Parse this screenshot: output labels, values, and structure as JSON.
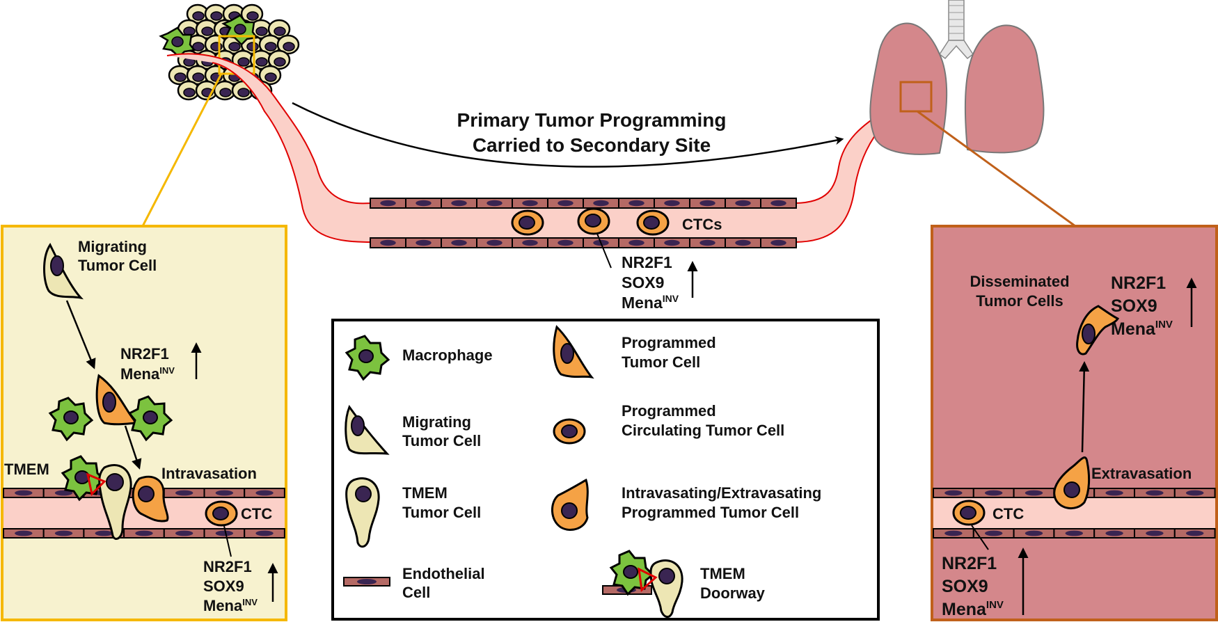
{
  "center": {
    "title_line1": "Primary Tumor Programming",
    "title_line2": "Carried to Secondary Site",
    "ctcs_label": "CTCs",
    "markers": [
      "NR2F1",
      "SOX9",
      "Mena"
    ],
    "inv_superscript": "INV"
  },
  "left_panel": {
    "migrating_line1": "Migrating",
    "migrating_line2": "Tumor Cell",
    "markers": [
      "NR2F1",
      "Mena"
    ],
    "inv_superscript": "INV",
    "tmem_label": "TMEM",
    "intravasation_label": "Intravasation",
    "ctc_label": "CTC",
    "ctc_markers": [
      "NR2F1",
      "SOX9",
      "Mena"
    ]
  },
  "right_panel": {
    "disseminated_line1": "Disseminated",
    "disseminated_line2": "Tumor Cells",
    "markers": [
      "NR2F1",
      "SOX9",
      "Mena"
    ],
    "inv_superscript": "INV",
    "extravasation_label": "Extravasation",
    "ctc_label": "CTC",
    "ctc_markers": [
      "NR2F1",
      "SOX9",
      "Mena"
    ]
  },
  "legend": {
    "items": [
      {
        "line1": "Macrophage",
        "line2": ""
      },
      {
        "line1": "Migrating",
        "line2": "Tumor Cell"
      },
      {
        "line1": "TMEM",
        "line2": "Tumor Cell"
      },
      {
        "line1": "Endothelial",
        "line2": "Cell"
      },
      {
        "line1": "Programmed",
        "line2": "Tumor Cell"
      },
      {
        "line1": "Programmed",
        "line2": "Circulating Tumor Cell"
      },
      {
        "line1": "Intravasating/Extravasating",
        "line2": "Programmed Tumor Cell"
      },
      {
        "line1": "TMEM",
        "line2": "Doorway"
      }
    ]
  },
  "colors": {
    "yellow_border": "#f5b800",
    "yellow_fill": "#f7f2cf",
    "brown_border": "#c0601a",
    "lung_pink": "#d4878b",
    "vessel_pink": "#fbd0c8",
    "endothelial": "#b56a65",
    "nucleus": "#3a2552",
    "orange_cell": "#f5a245",
    "cream_cell": "#ede6b4",
    "macrophage_green": "#7cc23f",
    "vessel_red": "#e00000"
  }
}
